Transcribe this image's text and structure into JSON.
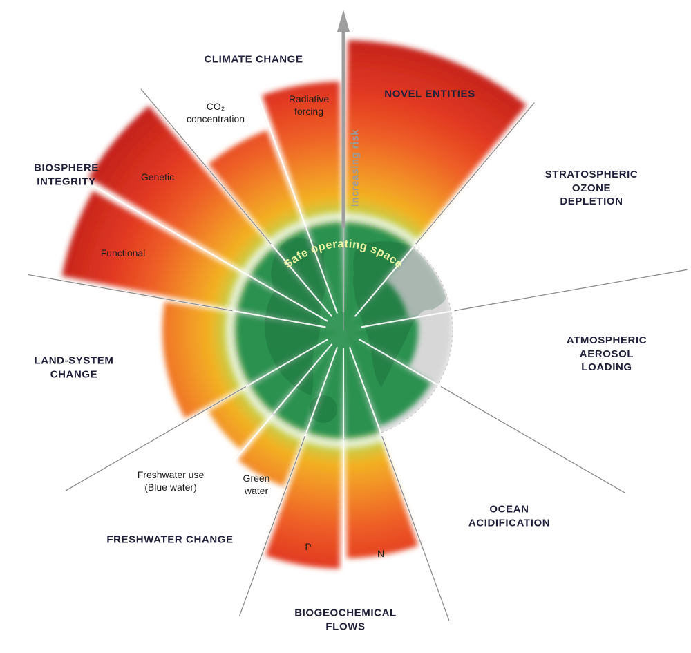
{
  "labels": {
    "climate_change": "CLIMATE CHANGE",
    "novel_entities": "NOVEL ENTITIES",
    "ozone": "STRATOSPHERIC OZONE\nDEPLETION",
    "aerosol": "ATMOSPHERIC\nAEROSOL\nLOADING",
    "ocean": "OCEAN\nACIDIFICATION",
    "biogeochemical": "BIOGEOCHEMICAL\nFLOWS",
    "freshwater": "FRESHWATER CHANGE",
    "land_system": "LAND-SYSTEM\nCHANGE",
    "biosphere": "BIOSPHERE\nINTEGRITY",
    "co2": "CO₂\nconcentration",
    "radiative_forcing": "Radiative\nforcing",
    "genetic": "Genetic",
    "functional": "Functional",
    "blue_water": "Freshwater use\n(Blue water)",
    "green_water": "Green\nwater",
    "phosphorus": "P",
    "nitrogen": "N"
  },
  "chart_data": {
    "type": "polar-wedge planetary-boundaries",
    "center_label": "Safe operating space",
    "axis_label": "Increasing risk",
    "angle_convention": "degrees clockwise from top; each boundary sector spans 40°, sub-wedges 20°",
    "safe_radius_px": 158,
    "max_radius_px": 475,
    "wedges": [
      {
        "id": "novel-entities",
        "boundary": "Novel entities",
        "start": 0,
        "end": 40,
        "radius_px": 420,
        "transgressed": true
      },
      {
        "id": "stratospheric-ozone",
        "boundary": "Stratospheric ozone depletion",
        "start": 40,
        "end": 80,
        "radius_px": 95,
        "transgressed": false
      },
      {
        "id": "aerosol-loading",
        "boundary": "Atmospheric aerosol loading",
        "start": 80,
        "end": 120,
        "radius_px": 108,
        "transgressed": false
      },
      {
        "id": "ocean-acidification",
        "boundary": "Ocean acidification",
        "start": 120,
        "end": 160,
        "radius_px": 148,
        "transgressed": false
      },
      {
        "id": "nitrogen",
        "boundary": "Biogeochemical flows - N",
        "start": 160,
        "end": 180,
        "radius_px": 330,
        "transgressed": true
      },
      {
        "id": "phosphorus",
        "boundary": "Biogeochemical flows - P",
        "start": 180,
        "end": 200,
        "radius_px": 345,
        "transgressed": true
      },
      {
        "id": "green-water",
        "boundary": "Freshwater change - Green water",
        "start": 200,
        "end": 220,
        "radius_px": 242,
        "transgressed": true
      },
      {
        "id": "blue-water",
        "boundary": "Freshwater change - Freshwater use (Blue water)",
        "start": 220,
        "end": 240,
        "radius_px": 228,
        "transgressed": true
      },
      {
        "id": "land-system-change",
        "boundary": "Land-system change",
        "start": 240,
        "end": 280,
        "radius_px": 262,
        "transgressed": true
      },
      {
        "id": "functional",
        "boundary": "Biosphere integrity - Functional",
        "start": 280,
        "end": 300,
        "radius_px": 415,
        "transgressed": true
      },
      {
        "id": "genetic",
        "boundary": "Biosphere integrity - Genetic",
        "start": 300,
        "end": 320,
        "radius_px": 430,
        "transgressed": true
      },
      {
        "id": "co2-concentration",
        "boundary": "Climate change - CO₂ concentration",
        "start": 320,
        "end": 340,
        "radius_px": 310,
        "transgressed": true
      },
      {
        "id": "radiative-forcing",
        "boundary": "Climate change - Radiative forcing",
        "start": 340,
        "end": 360,
        "radius_px": 360,
        "transgressed": true
      }
    ],
    "divider_angles": [
      40,
      80,
      120,
      160,
      200,
      240,
      280,
      320
    ],
    "divider_outer_radius_px": {
      "40": 430,
      "80": 505,
      "120": 470,
      "160": 447,
      "200": 440,
      "240": 464,
      "280": 464,
      "320": 456
    },
    "colors": {
      "safe_green": "#2a9150",
      "warning_yellow": "#f3b123",
      "orange": "#ee5f26",
      "high_risk_red": "#c7241d",
      "gray_sector": "#d7d7d7",
      "line_gray": "#8c8c8c",
      "arrow_gray": "#9e9e9e",
      "label_dark": "#20203a",
      "safe_label": "#ecf4a3"
    }
  }
}
